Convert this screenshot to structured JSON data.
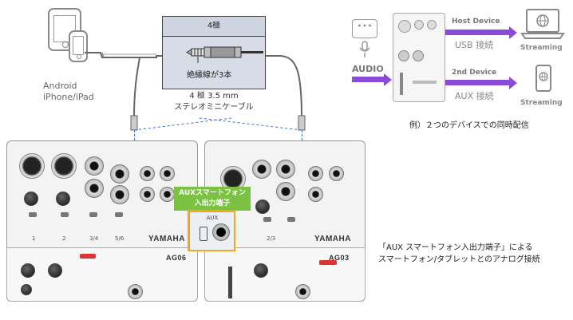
{
  "devices": {
    "label_line1": "Android",
    "label_line2": "iPhone/iPad"
  },
  "cable": {
    "poles_header": "4極",
    "insulation_note": "絶縁線が3本",
    "name_line1": "4 極 3.5 mm",
    "name_line2": "ステレオミニケーブル"
  },
  "right_diagram": {
    "audio_label": "AUDIO",
    "host_device": "Host Device",
    "usb_connection": "USB 接続",
    "second_device": "2nd Device",
    "aux_connection": "AUX 接続",
    "streaming_1": "Streaming",
    "streaming_2": "Streaming",
    "caption": "例）２つのデバイスでの同時配信"
  },
  "mixers": {
    "brand": "YAMAHA",
    "model_left": "AG06",
    "model_right": "AG03",
    "channels_left": [
      "1",
      "2",
      "3/4",
      "5/6"
    ],
    "channel_right": "2/3",
    "aux_highlight_line1": "AUXスマートフォン",
    "aux_highlight_line2": "入出力端子",
    "aux_panel_label": "AUX"
  },
  "note": {
    "line1": "「AUX スマートフォン入出力端子」による",
    "line2": "スマートフォン/タブレットとのアナログ接続"
  },
  "colors": {
    "accent_green": "#7cc242",
    "accent_orange": "#f5a81c",
    "dashed_blue": "#3a6fd8",
    "arrow_purple": "#8a4bd8"
  }
}
